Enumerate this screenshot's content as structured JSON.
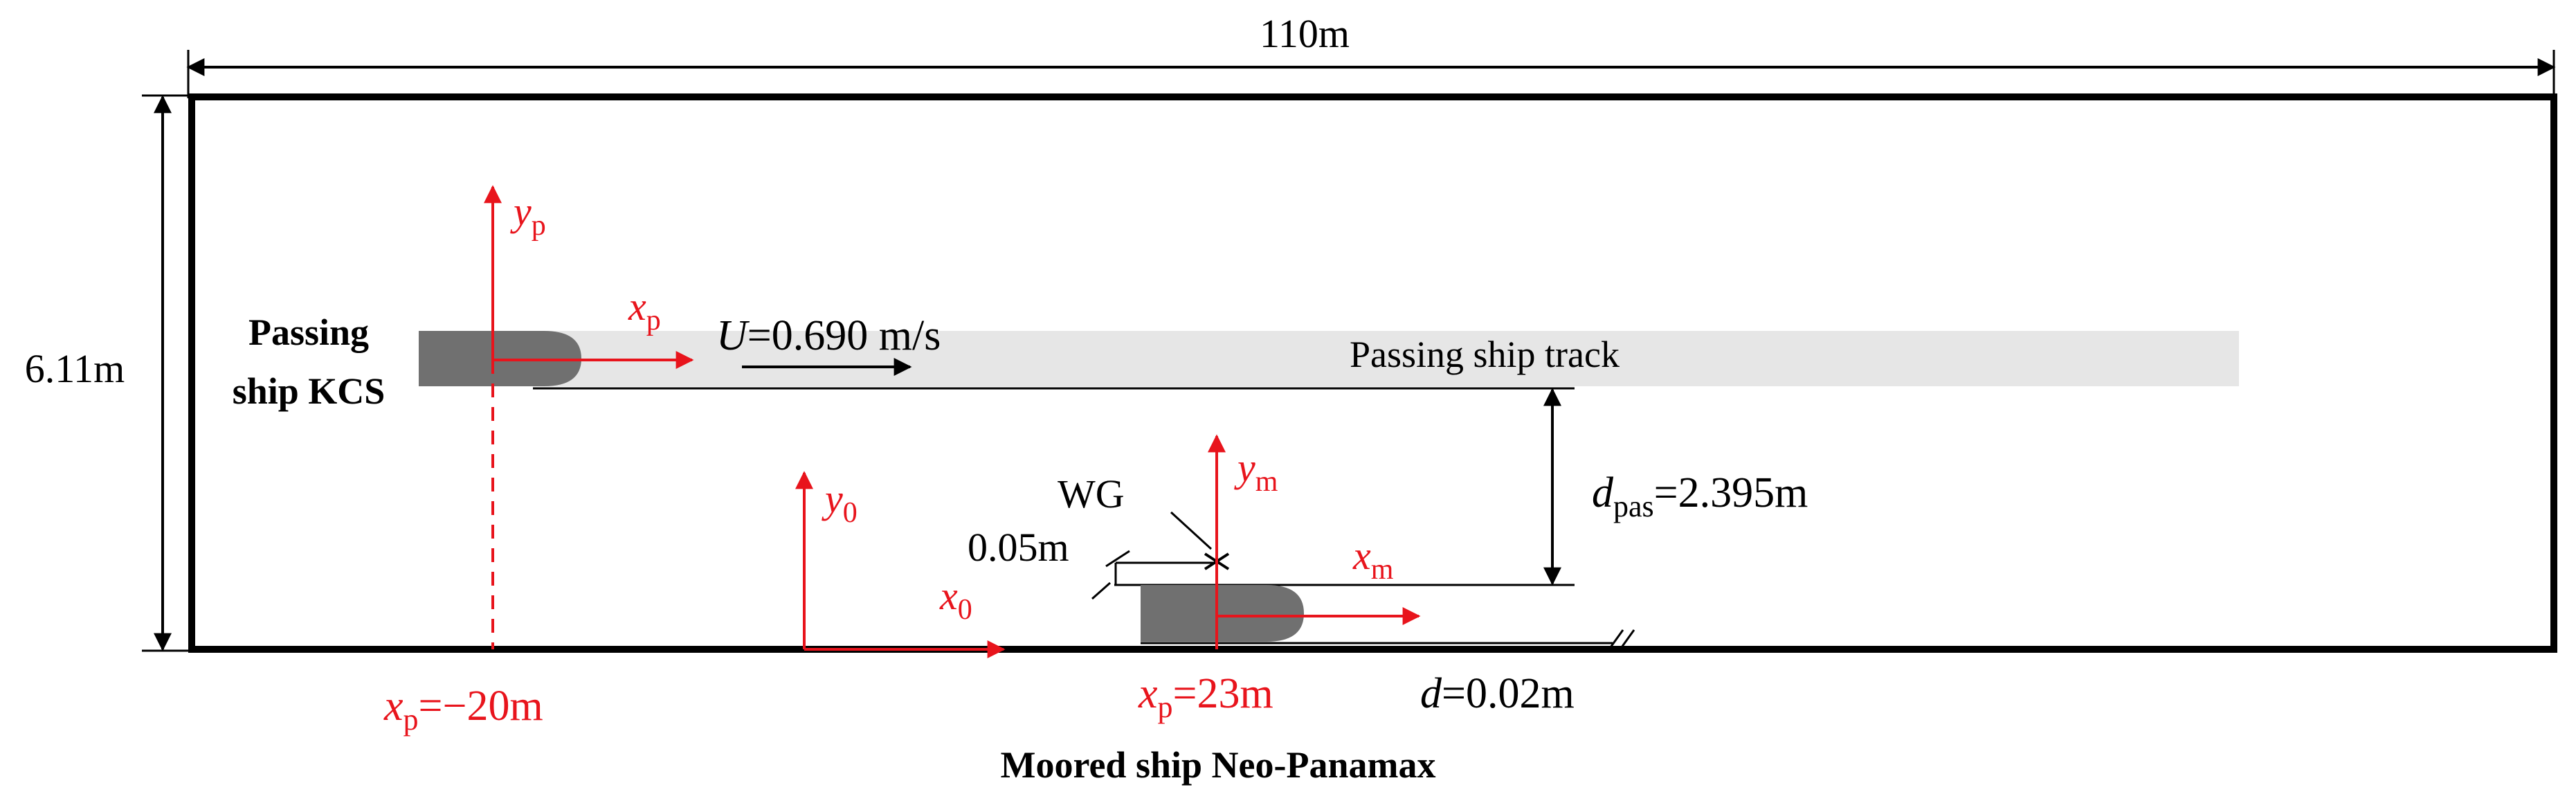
{
  "colors": {
    "frame": "#000000",
    "axes": "#e8141c",
    "hull": "#707070",
    "track": "#e6e6e6",
    "text": "#000000"
  },
  "dimensions": {
    "length": "110m",
    "width": "6.11m"
  },
  "passing_ship": {
    "name_line1": "Passing",
    "name_line2": "ship KCS",
    "axis_x": {
      "main": "x",
      "sub": "p"
    },
    "axis_y": {
      "main": "y",
      "sub": "p"
    },
    "speed": {
      "main": "U",
      "rest": "=0.690 m/s"
    },
    "track_label": "Passing ship track",
    "start": {
      "main": "x",
      "sub": "p",
      "rest": "=−20m"
    }
  },
  "moored_ship": {
    "name": "Moored ship Neo-Panamax",
    "axis_x": {
      "main": "x",
      "sub": "m"
    },
    "axis_y": {
      "main": "y",
      "sub": "m"
    },
    "position": {
      "main": "x",
      "sub": "p",
      "rest": "=23m"
    },
    "gap": {
      "main": "d",
      "rest": "=0.02m"
    }
  },
  "global_axes": {
    "axis_x": {
      "main": "x",
      "sub": "0"
    },
    "axis_y": {
      "main": "y",
      "sub": "0"
    }
  },
  "wave_gauge": {
    "label": "WG",
    "offset": "0.05m",
    "marker": "*"
  },
  "separation": {
    "main": "d",
    "sub": "pas",
    "rest": "=2.395m"
  }
}
